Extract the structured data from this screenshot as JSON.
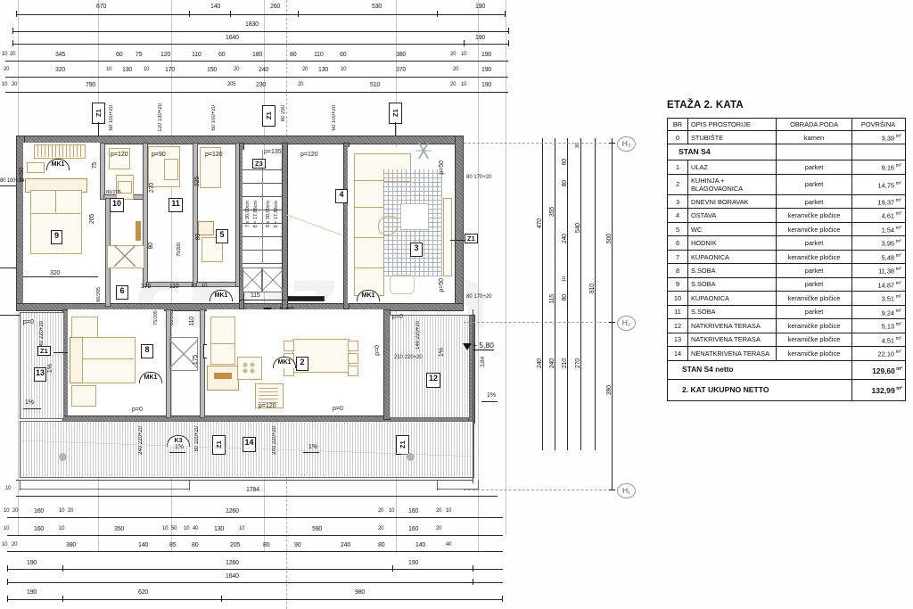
{
  "table": {
    "title": "ETAŽA 2. KATA",
    "headers": [
      "BR",
      "OPIS PROSTORIJE",
      "OBRADA PODA",
      "POVRŠINA"
    ],
    "rows": [
      {
        "br": "0",
        "name": "STUBIŠTE",
        "finish": "kamen",
        "area": "3,39",
        "unit": "m²"
      },
      {
        "br": "1",
        "name": "ULAZ",
        "finish": "parket",
        "area": "9,16",
        "unit": "m²"
      },
      {
        "br": "2",
        "name": "KUHINJA + BLAGOVAONICA",
        "finish": "parket",
        "area": "14,75",
        "unit": "m²"
      },
      {
        "br": "3",
        "name": "DNEVNI BORAVAK",
        "finish": "parket",
        "area": "19,37",
        "unit": "m²"
      },
      {
        "br": "4",
        "name": "OSTAVA",
        "finish": "keramičke pločice",
        "area": "4,61",
        "unit": "m²"
      },
      {
        "br": "5",
        "name": "WC",
        "finish": "keramičke pločice",
        "area": "1,54",
        "unit": "m²"
      },
      {
        "br": "6",
        "name": "HODNIK",
        "finish": "parket",
        "area": "3,95",
        "unit": "m²"
      },
      {
        "br": "7",
        "name": "KUPAONICA",
        "finish": "keramičke pločice",
        "area": "5,48",
        "unit": "m²"
      },
      {
        "br": "8",
        "name": "S.SOBA",
        "finish": "parket",
        "area": "11,38",
        "unit": "m²"
      },
      {
        "br": "9",
        "name": "S.SOBA",
        "finish": "parket",
        "area": "14,87",
        "unit": "m²"
      },
      {
        "br": "10",
        "name": "KUPAONICA",
        "finish": "keramičke pločice",
        "area": "3,51",
        "unit": "m²"
      },
      {
        "br": "11",
        "name": "S.SOBA",
        "finish": "parket",
        "area": "9,24",
        "unit": "m²"
      },
      {
        "br": "12",
        "name": "NATKRIVENA TERASA",
        "finish": "keramičke pločice",
        "area": "5,13",
        "unit": "m²"
      },
      {
        "br": "13",
        "name": "NATKRIVENA TERASA",
        "finish": "keramičke pločice",
        "area": "4,51",
        "unit": "m²"
      },
      {
        "br": "14",
        "name": "NENATKRIVENA TERASA",
        "finish": "keramičke pločice",
        "area": "22,10",
        "unit": "m²"
      }
    ],
    "group_label": "STAN S4",
    "group_after": 1,
    "summary": [
      {
        "name": "STAN S4 netto",
        "area": "129,60",
        "unit": "m²"
      },
      {
        "name": "2. KAT UKUPNO NETTO",
        "area": "132,99",
        "unit": "m²"
      }
    ]
  },
  "plan": {
    "watermark": "crozilla",
    "elevation_marks": [
      "+ 5,80",
      "+ 5,80",
      "+ 5,80"
    ],
    "axes": [
      "H₃",
      "H₂",
      "H₁"
    ],
    "room_numbers": [
      "2",
      "3",
      "4",
      "5",
      "6",
      "7",
      "8",
      "9",
      "10",
      "11",
      "12",
      "13",
      "14"
    ],
    "markers": {
      "mk": [
        "MK1",
        "MK1",
        "MK1",
        "MK1"
      ],
      "z": [
        "Z1",
        "Z1",
        "Z1",
        "Z1",
        "Z1",
        "Z1",
        "Z3"
      ],
      "k": [
        "K3"
      ]
    },
    "stair_text": [
      "7 x 30,00cm",
      "8 = 17,86cm",
      "8 x 30,00cm",
      "9 = 17,86cm"
    ],
    "parapets": [
      "p=120",
      "p=90",
      "p=120",
      "p=120",
      "p=135",
      "p=50",
      "p=50",
      "p=50",
      "p=50",
      "p=0",
      "p=0",
      "p=0",
      "p=0",
      "p=0",
      "p=0",
      "p=0",
      "p=120",
      "p=120"
    ],
    "openings": [
      "60 100+20",
      "120 130+20",
      "60 100+20",
      "80 290",
      "60 100+20",
      "80 170+20",
      "80 170+20",
      "210 220+20",
      "140 220+20",
      "140 220+20",
      "80 100+20",
      "240 220+20",
      "80 100+20",
      "80/205",
      "75/205",
      "80/205",
      "75/205",
      "80/205"
    ],
    "slopes": [
      "1%",
      "1%",
      "1%",
      "1%",
      "1%",
      "1%"
    ],
    "misc_dims": [
      "320",
      "205",
      "270",
      "225",
      "115",
      "175",
      "110",
      "65",
      "75",
      "80",
      "80",
      "10",
      "10",
      "1784",
      "3,84"
    ],
    "dims_top": {
      "row1": [
        "670",
        "140",
        "260",
        "530",
        "190"
      ],
      "row2": [
        "1830"
      ],
      "row3": [
        "1640",
        "190"
      ],
      "row4": [
        "10",
        "20",
        "345",
        "60",
        "75",
        "120",
        "110",
        "60",
        "180",
        "80",
        "110",
        "60",
        "380",
        "20",
        "10",
        "190"
      ],
      "row5": [
        "20",
        "320",
        "10",
        "130",
        "10",
        "170",
        "150",
        "20",
        "240",
        "20",
        "130",
        "10",
        "370",
        "20",
        "190"
      ],
      "row6": [
        "10",
        "20",
        "790",
        "205",
        "230",
        "20",
        "510",
        "20",
        "10",
        "190"
      ]
    },
    "dims_bottom": {
      "row1": [
        "10",
        "20",
        "160",
        "10",
        "20",
        "1260",
        "20",
        "10",
        "160",
        "20",
        "10"
      ],
      "row2": [
        "10",
        "20",
        "160",
        "10",
        "20",
        "350",
        "10",
        "50",
        "10",
        "40",
        "10",
        "130",
        "10",
        "590",
        "20",
        "10",
        "160",
        "20",
        "10"
      ],
      "row3": [
        "10",
        "20",
        "10",
        "380",
        "140",
        "85",
        "80",
        "205",
        "80",
        "90",
        "240",
        "80",
        "20",
        "10",
        "140",
        "40",
        "10"
      ],
      "row4": [
        "190",
        "1260",
        "190"
      ],
      "row5": [
        "1640"
      ],
      "row6": [
        "190",
        "620",
        "980"
      ]
    },
    "dims_right": [
      "470",
      "355",
      "60",
      "80",
      "240",
      "540",
      "810",
      "500",
      "115",
      "80",
      "10",
      "240",
      "240",
      "210",
      "270",
      "390",
      "30",
      "10",
      "10",
      "20"
    ]
  }
}
